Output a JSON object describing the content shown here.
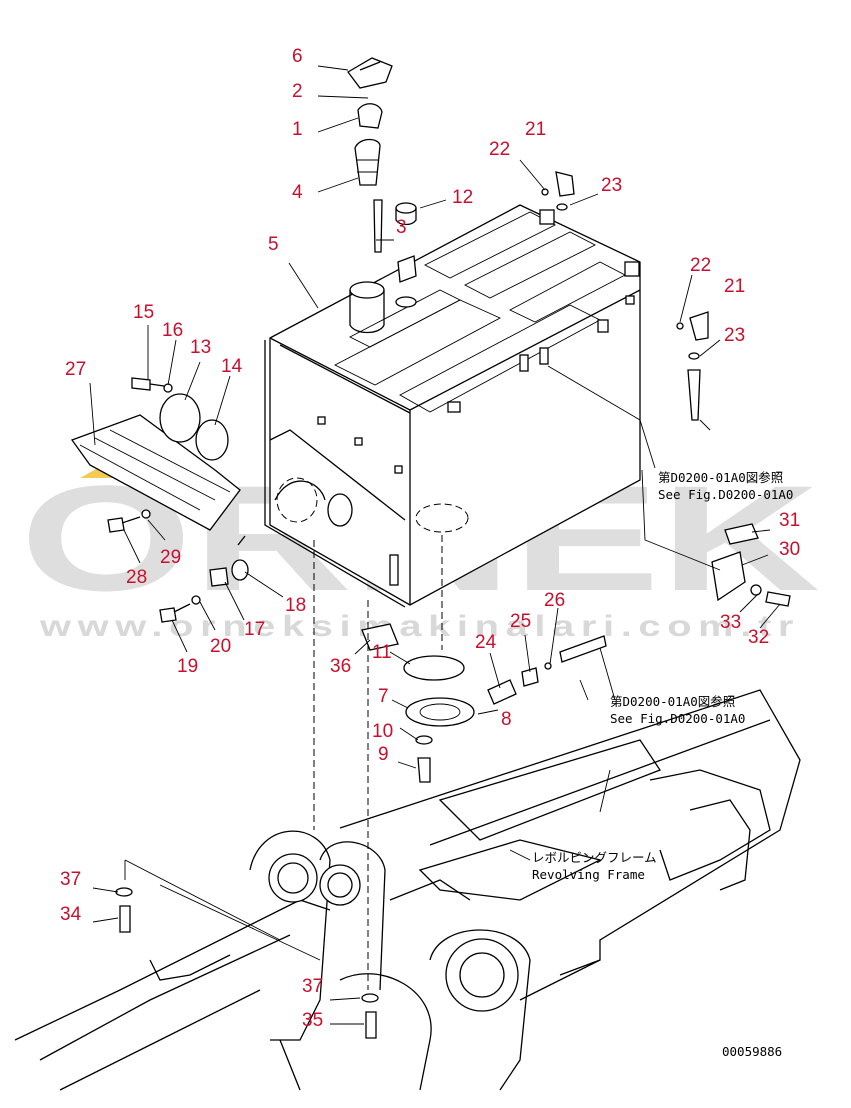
{
  "watermark": {
    "brand": "ORNEK",
    "site": "www.orneksimakinalari.com.tr",
    "brand_color": "#dcdcdc",
    "accent_color": "#f2c94c"
  },
  "references": {
    "ref1_jp": "第D0200-01A0図参照",
    "ref1_en": "See Fig.D0200-01A0",
    "ref2_jp": "第D0200-01A0図参照",
    "ref2_en": "See Fig.D0200-01A0",
    "frame_jp": "レボルビングフレーム",
    "frame_en": "Revolving Frame"
  },
  "drawing_code": "00059886",
  "label_color": "#c8102e",
  "callouts": [
    {
      "id": "c6",
      "text": "6"
    },
    {
      "id": "c2",
      "text": "2"
    },
    {
      "id": "c1",
      "text": "1"
    },
    {
      "id": "c4",
      "text": "4"
    },
    {
      "id": "c3",
      "text": "3"
    },
    {
      "id": "c12",
      "text": "12"
    },
    {
      "id": "c5",
      "text": "5"
    },
    {
      "id": "c22a",
      "text": "22"
    },
    {
      "id": "c21a",
      "text": "21"
    },
    {
      "id": "c23a",
      "text": "23"
    },
    {
      "id": "c22b",
      "text": "22"
    },
    {
      "id": "c21b",
      "text": "21"
    },
    {
      "id": "c23b",
      "text": "23"
    },
    {
      "id": "c15",
      "text": "15"
    },
    {
      "id": "c16",
      "text": "16"
    },
    {
      "id": "c13",
      "text": "13"
    },
    {
      "id": "c14",
      "text": "14"
    },
    {
      "id": "c27",
      "text": "27"
    },
    {
      "id": "c29",
      "text": "29"
    },
    {
      "id": "c28",
      "text": "28"
    },
    {
      "id": "c18",
      "text": "18"
    },
    {
      "id": "c17",
      "text": "17"
    },
    {
      "id": "c20",
      "text": "20"
    },
    {
      "id": "c19",
      "text": "19"
    },
    {
      "id": "c31",
      "text": "31"
    },
    {
      "id": "c30",
      "text": "30"
    },
    {
      "id": "c33",
      "text": "33"
    },
    {
      "id": "c32",
      "text": "32"
    },
    {
      "id": "c26",
      "text": "26"
    },
    {
      "id": "c25",
      "text": "25"
    },
    {
      "id": "c24",
      "text": "24"
    },
    {
      "id": "c36",
      "text": "36"
    },
    {
      "id": "c11",
      "text": "11"
    },
    {
      "id": "c7",
      "text": "7"
    },
    {
      "id": "c8",
      "text": "8"
    },
    {
      "id": "c10",
      "text": "10"
    },
    {
      "id": "c9",
      "text": "9"
    },
    {
      "id": "c37a",
      "text": "37"
    },
    {
      "id": "c34",
      "text": "34"
    },
    {
      "id": "c37b",
      "text": "37"
    },
    {
      "id": "c35",
      "text": "35"
    }
  ]
}
